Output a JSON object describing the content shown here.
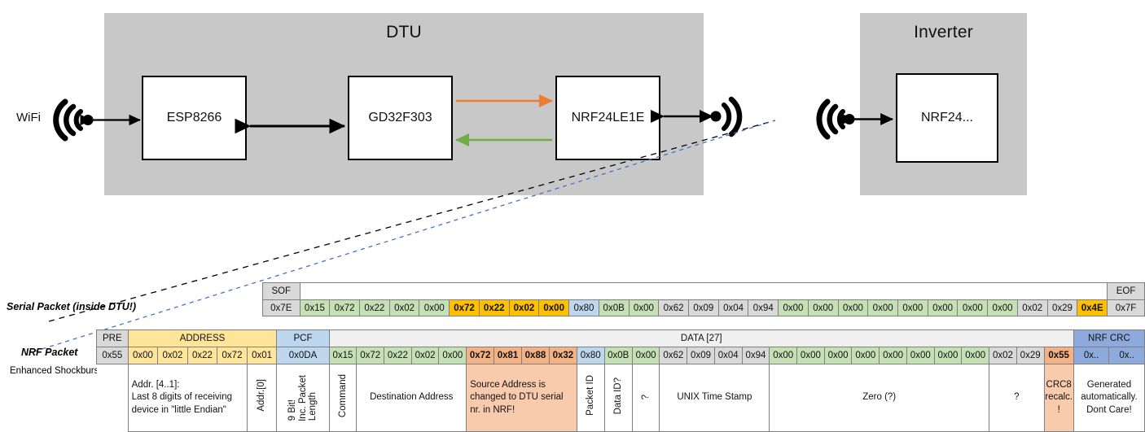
{
  "diagram": {
    "wifi_label": "WiFi",
    "dtu": {
      "title": "DTU",
      "chips": [
        "ESP8266",
        "GD32F303",
        "NRF24LE1E"
      ]
    },
    "inverter": {
      "title": "Inverter",
      "chips": [
        "NRF24..."
      ]
    },
    "arrow_colors": {
      "tx": "#ED7D31",
      "rx": "#70AD47",
      "link": "#000000"
    }
  },
  "serial_packet": {
    "row_label": "Serial Packet (inside DTU!)",
    "sof_header": "SOF",
    "eof_header": "EOF",
    "sof_value": "0x7E",
    "eof_value": "0x7F",
    "bytes": [
      {
        "v": "0x15",
        "c": "c-green"
      },
      {
        "v": "0x72",
        "c": "c-green"
      },
      {
        "v": "0x22",
        "c": "c-green"
      },
      {
        "v": "0x02",
        "c": "c-green"
      },
      {
        "v": "0x00",
        "c": "c-green"
      },
      {
        "v": "0x72",
        "c": "c-yellow"
      },
      {
        "v": "0x22",
        "c": "c-yellow"
      },
      {
        "v": "0x02",
        "c": "c-yellow"
      },
      {
        "v": "0x00",
        "c": "c-yellow"
      },
      {
        "v": "0x80",
        "c": "c-blue"
      },
      {
        "v": "0x0B",
        "c": "c-green"
      },
      {
        "v": "0x00",
        "c": "c-green"
      },
      {
        "v": "0x62",
        "c": "c-gray"
      },
      {
        "v": "0x09",
        "c": "c-gray"
      },
      {
        "v": "0x04",
        "c": "c-gray"
      },
      {
        "v": "0x94",
        "c": "c-gray"
      },
      {
        "v": "0x00",
        "c": "c-green"
      },
      {
        "v": "0x00",
        "c": "c-green"
      },
      {
        "v": "0x00",
        "c": "c-green"
      },
      {
        "v": "0x00",
        "c": "c-green"
      },
      {
        "v": "0x00",
        "c": "c-green"
      },
      {
        "v": "0x00",
        "c": "c-green"
      },
      {
        "v": "0x00",
        "c": "c-green"
      },
      {
        "v": "0x00",
        "c": "c-green"
      },
      {
        "v": "0x02",
        "c": "c-gray"
      },
      {
        "v": "0x29",
        "c": "c-gray"
      },
      {
        "v": "0x4E",
        "c": "c-orange"
      }
    ]
  },
  "nrf_packet": {
    "row_label": "NRF Packet",
    "sub_label": "Enhanced Shockburst",
    "headers": {
      "pre": "PRE",
      "address": "ADDRESS",
      "pcf": "PCF",
      "data": "DATA [27]",
      "crc": "NRF CRC"
    },
    "pre_value": "0x55",
    "address_values": [
      "0x00",
      "0x02",
      "0x22",
      "0x72",
      "0x01"
    ],
    "pcf_value": "0x0DA",
    "crc_values": [
      "0x..",
      "0x.."
    ],
    "bytes": [
      {
        "v": "0x15",
        "c": "c-green"
      },
      {
        "v": "0x72",
        "c": "c-green"
      },
      {
        "v": "0x22",
        "c": "c-green"
      },
      {
        "v": "0x02",
        "c": "c-green"
      },
      {
        "v": "0x00",
        "c": "c-green"
      },
      {
        "v": "0x72",
        "c": "c-salmon"
      },
      {
        "v": "0x81",
        "c": "c-salmon"
      },
      {
        "v": "0x88",
        "c": "c-salmon"
      },
      {
        "v": "0x32",
        "c": "c-salmon"
      },
      {
        "v": "0x80",
        "c": "c-blue"
      },
      {
        "v": "0x0B",
        "c": "c-green"
      },
      {
        "v": "0x00",
        "c": "c-green"
      },
      {
        "v": "0x62",
        "c": "c-gray"
      },
      {
        "v": "0x09",
        "c": "c-gray"
      },
      {
        "v": "0x04",
        "c": "c-gray"
      },
      {
        "v": "0x94",
        "c": "c-gray"
      },
      {
        "v": "0x00",
        "c": "c-green"
      },
      {
        "v": "0x00",
        "c": "c-green"
      },
      {
        "v": "0x00",
        "c": "c-green"
      },
      {
        "v": "0x00",
        "c": "c-green"
      },
      {
        "v": "0x00",
        "c": "c-green"
      },
      {
        "v": "0x00",
        "c": "c-green"
      },
      {
        "v": "0x00",
        "c": "c-green"
      },
      {
        "v": "0x00",
        "c": "c-green"
      },
      {
        "v": "0x02",
        "c": "c-gray"
      },
      {
        "v": "0x29",
        "c": "c-gray"
      },
      {
        "v": "0x55",
        "c": "c-salmon"
      }
    ]
  },
  "descriptions": {
    "address": "Addr. [4..1]:\nLast 8 digits of receiving device in \"little Endian\"",
    "address_line1": "Addr. [4..1]:",
    "address_line2": "Last 8 digits of receiving",
    "address_line3": "device in \"little Endian\"",
    "addr0": "Addr.[0]",
    "pcf_l1": "9 Bit!",
    "pcf_l2": "Inc. Packet",
    "pcf_l3": "Length",
    "command": "Command",
    "destination_address": "Destination Address",
    "source_address_l1": "Source Address is",
    "source_address_l2": "changed to DTU serial",
    "source_address_l3": "nr. in NRF!",
    "packet_id": "Packet ID",
    "data_id": "Data ID?",
    "unknown1": "?",
    "unix_time": "UNIX Time Stamp",
    "zero": "Zero (?)",
    "unknown2": "?",
    "crc8_l1": "CRC8",
    "crc8_l2": "recalc.",
    "crc8_l3": "!",
    "nrfcrc_l1": "Generated",
    "nrfcrc_l2": "automatically.",
    "nrfcrc_l3": "Dont Care!"
  }
}
